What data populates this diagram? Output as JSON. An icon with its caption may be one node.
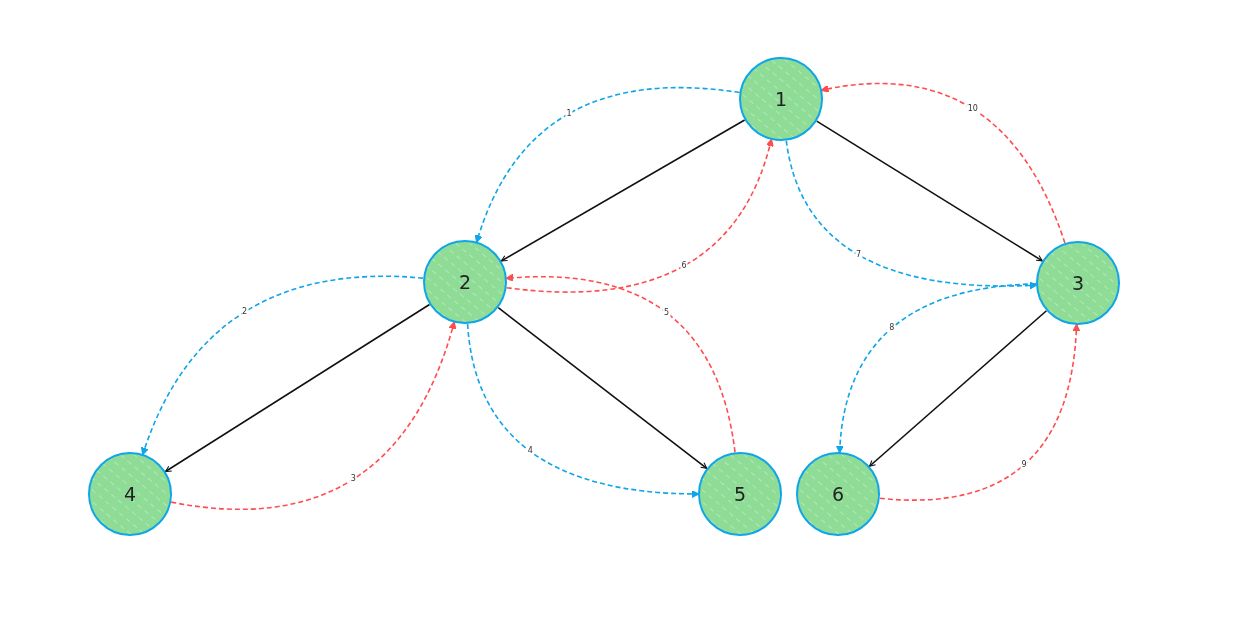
{
  "diagram": {
    "nodes": [
      {
        "text": [
          "1"
        ]
      },
      {
        "text": [
          "2"
        ]
      },
      {
        "text": [
          "3"
        ]
      },
      {
        "text": [
          "4"
        ]
      },
      {
        "text": [
          "5"
        ]
      },
      {
        "text": [
          "6"
        ]
      }
    ],
    "edges": [
      {
        "from": 0,
        "to": 1,
        "arrow": "to"
      },
      {
        "from": 0,
        "to": 2,
        "arrow": "to"
      },
      {
        "from": 1,
        "to": 3,
        "arrow": "to"
      },
      {
        "from": 1,
        "to": 4,
        "arrow": "to"
      },
      {
        "from": 2,
        "to": 5,
        "arrow": "to"
      },
      {
        "from": 0,
        "to": 1,
        "arrow": "to",
        "label": "1",
        "style": "dashed",
        "color": "#0ea5e9"
      },
      {
        "from": 1,
        "to": 3,
        "arrow": "to",
        "label": "2",
        "style": "dashed",
        "color": "#0ea5e9"
      },
      {
        "from": 3,
        "to": 1,
        "arrow": "to",
        "label": "3",
        "style": "dashed",
        "color": "#ff4d4f"
      },
      {
        "from": 1,
        "to": 4,
        "arrow": "to",
        "label": "4",
        "style": "dashed",
        "color": "#0ea5e9"
      },
      {
        "from": 4,
        "to": 1,
        "arrow": "to",
        "label": "5",
        "style": "dashed",
        "color": "#ff4d4f"
      },
      {
        "from": 1,
        "to": 0,
        "arrow": "to",
        "label": "6",
        "style": "dashed",
        "color": "#ff4d4f"
      },
      {
        "from": 0,
        "to": 2,
        "arrow": "to",
        "label": "7",
        "style": "dashed",
        "color": "#0ea5e9"
      },
      {
        "from": 2,
        "to": 5,
        "arrow": "to",
        "label": "8",
        "style": "dashed",
        "color": "#0ea5e9"
      },
      {
        "from": 5,
        "to": 2,
        "arrow": "to",
        "label": "9",
        "style": "dashed",
        "color": "#ff4d4f"
      },
      {
        "from": 2,
        "to": 0,
        "arrow": "to",
        "label": "10",
        "style": "dashed",
        "color": "#ff4d4f"
      }
    ]
  }
}
